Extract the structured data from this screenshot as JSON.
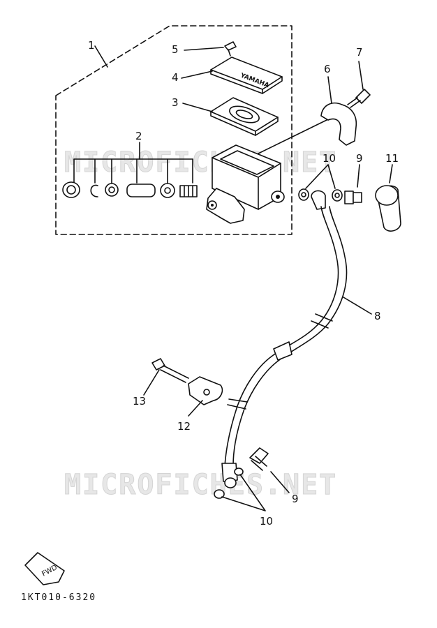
{
  "watermark": "MICROFICHES.NET",
  "part_code": "1KT010-6320",
  "fwd_label": "FWD",
  "reservoir_cap_text": "YAMAHA",
  "callouts": {
    "c1": "1",
    "c2": "2",
    "c3": "3",
    "c4": "4",
    "c5": "5",
    "c6": "6",
    "c7": "7",
    "c8": "8",
    "c9a": "9",
    "c9b": "9",
    "c10a": "10",
    "c10b": "10",
    "c11": "11",
    "c12": "12",
    "c13": "13"
  }
}
